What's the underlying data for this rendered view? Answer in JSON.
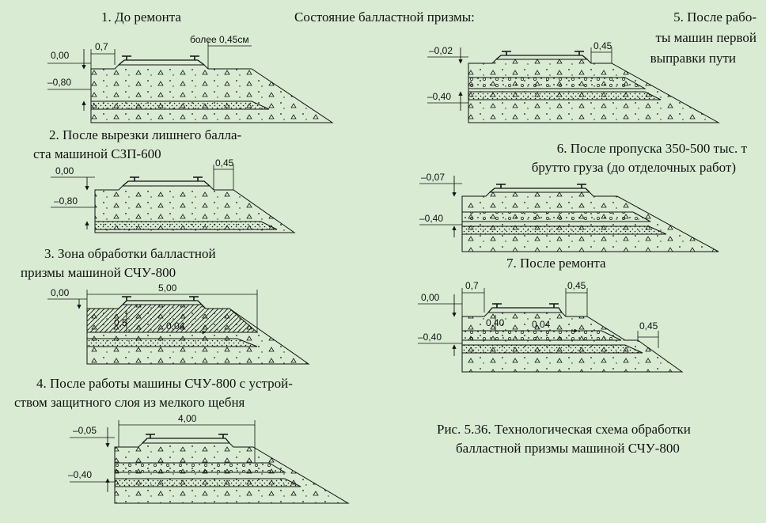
{
  "header": "Состояние балластной призмы:",
  "figure_caption": [
    "Рис. 5.36. Технологическая схема обработки",
    "балластной призмы машиной СЧУ-800"
  ],
  "panels": [
    {
      "title": [
        "1. До ремонта"
      ],
      "top_level": "0,00",
      "bottom_level": "–0,80",
      "dims": [
        "0,7",
        "более 0,45см"
      ]
    },
    {
      "title": [
        "2. После вырезки лишнего балла-",
        "ста машиной СЗП-600"
      ],
      "top_level": "0,00",
      "bottom_level": "–0,80",
      "dims": [
        "0,45"
      ]
    },
    {
      "title": [
        "3.  Зона  обработки  балластной",
        "призмы машиной СЧУ-800"
      ],
      "top_level": "0,00",
      "dims": [
        "5,00",
        "0,5",
        "0,04"
      ]
    },
    {
      "title": [
        "4. После работы машины СЧУ-800 с устрой-",
        "ством защитного слоя из мелкого щебня"
      ],
      "top_level": "–0,05",
      "bottom_level": "–0,40",
      "dims": [
        "4,00"
      ]
    },
    {
      "title": [
        "5. После рабо-",
        "ты машин первой",
        "выправки пути"
      ],
      "top_level": "–0,02",
      "bottom_level": "–0,40",
      "dims": [
        "0,45"
      ]
    },
    {
      "title": [
        "6. После пропуска 350-500 тыс. т",
        "брутто груза  (до отделочных работ)"
      ],
      "top_level": "–0,07",
      "bottom_level": "–0,40"
    },
    {
      "title": [
        "7. После ремонта"
      ],
      "top_level": "0,00",
      "bottom_level": "–0,40",
      "dims": [
        "0,7",
        "0,45",
        "0,40",
        "0,04",
        "0,45"
      ]
    }
  ]
}
